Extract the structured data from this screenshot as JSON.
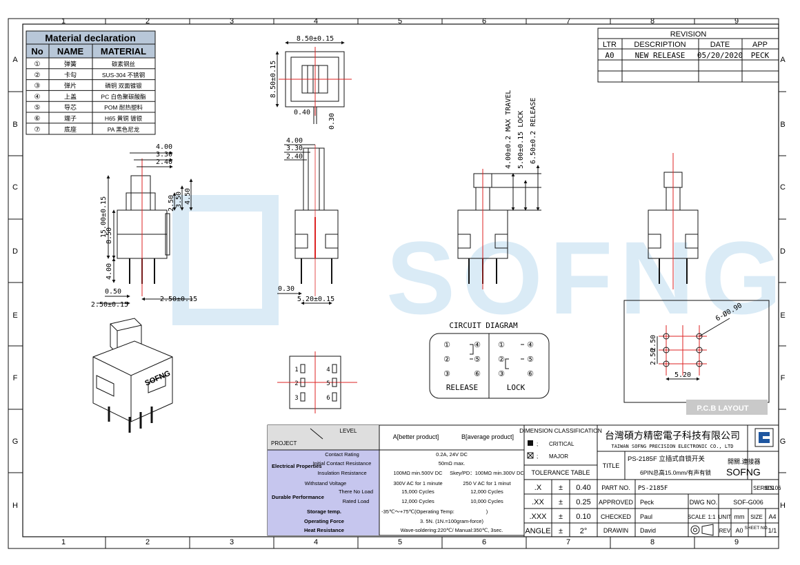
{
  "grid": {
    "cols": [
      "1",
      "2",
      "3",
      "4",
      "5",
      "6",
      "7",
      "8",
      "9"
    ],
    "rows": [
      "A",
      "B",
      "C",
      "D",
      "E",
      "F",
      "G",
      "H"
    ]
  },
  "watermark": "SOFNG",
  "material": {
    "title": "Material declaration",
    "headers": [
      "No",
      "NAME",
      "MATERIAL"
    ],
    "rows": [
      {
        "no": "①",
        "name": "弹簧",
        "mat": "碳素钢丝"
      },
      {
        "no": "②",
        "name": "卡勾",
        "mat": "SUS-304 不锈钢"
      },
      {
        "no": "③",
        "name": "弹片",
        "mat": "磷铜 双面镀银"
      },
      {
        "no": "④",
        "name": "上盖",
        "mat": "PC 白色聚碳酸酯"
      },
      {
        "no": "⑤",
        "name": "导芯",
        "mat": "POM 耐热塑料"
      },
      {
        "no": "⑥",
        "name": "端子",
        "mat": "H65 黄铜 镀银"
      },
      {
        "no": "⑦",
        "name": "底座",
        "mat": "PA 黑色尼龙"
      }
    ]
  },
  "revision": {
    "title": "REVISION",
    "headers": [
      "LTR",
      "DESCRIPTION",
      "DATE",
      "APP"
    ],
    "rows": [
      {
        "ltr": "A0",
        "desc": "NEW RELEASE",
        "date": "05/20/2020",
        "app": "PECK"
      }
    ]
  },
  "dims": {
    "top_w": "8.50±0.15",
    "top_h": "8.50±0.15",
    "top_040": "0.40",
    "top_030": "0.30",
    "d400": "4.00",
    "d330": "3.30",
    "d240": "2.40",
    "d250": "2.50",
    "d350": "3.50",
    "d450": "4.50",
    "d1500": "15.00±0.15",
    "d850": "8.50",
    "d400b": "4.00",
    "d050": "0.50",
    "d250a": "2.50±0.15",
    "d250b": "2.50±0.15",
    "d030": "0.30",
    "d520": "5.20±0.15",
    "travel": "4.00±0.2 MAX TRAVEL",
    "lock": "5.00±0.15 LOCK",
    "release": "6.50±0.2 RELEASE",
    "pcb_holes": "6-Ø0.90",
    "pcb_250a": "2.50",
    "pcb_250b": "2.50",
    "pcb_520": "5.20"
  },
  "circuit": {
    "title": "CIRCUIT DIAGRAM",
    "release": "RELEASE",
    "lock": "LOCK",
    "nums": [
      "①",
      "④",
      "②",
      "⑤",
      "③",
      "⑥"
    ]
  },
  "pin_labels": [
    "1",
    "4",
    "2",
    "5",
    "3",
    "6"
  ],
  "pcb_badge": "P.C.B LAYOUT",
  "spec": {
    "level": "LEVEL",
    "project": "PROJECT",
    "a_head": "A[better product]",
    "b_head": "B[average product]",
    "electrical": "Electrical Properties",
    "durable": "Durable Performance",
    "rows": [
      {
        "label": "Contact Rating",
        "a": "0.2A, 24V DC",
        "b": ""
      },
      {
        "label": "Initial Contact Resistance",
        "a": "50mΩ max.",
        "b": ""
      },
      {
        "label": "Insulation Resistance",
        "a": "100MΩ min.500V DC",
        "b": "Skey/PD：100MΩ min.300V DC"
      },
      {
        "label": "Withstand Voltage",
        "a": "300V AC for 1 minute",
        "b": "250 V AC for 1 minut"
      },
      {
        "label": "There No Load",
        "a": "15,000 Cycles",
        "b": "12,000 Cycles"
      },
      {
        "label": "Rated Load",
        "a": "12,000 Cycles",
        "b": "10,000 Cycles"
      },
      {
        "label": "Storage temp.",
        "a": "-35℃～+75℃(Operating Temp:",
        "b": ")"
      },
      {
        "label": "Operating Force",
        "a": "3. 5N. (1N.=100gram-force)",
        "b": ""
      },
      {
        "label": "Heat Resistance",
        "a": "Wave-soldering:220℃/ Manual:350℃, 3sec.",
        "b": ""
      }
    ]
  },
  "title_block": {
    "dim_class": "DIMENSION CLASSIFICATION",
    "critical": "CRITICAL",
    "major": "MAJOR",
    "tol_table": "TOLERANCE TABLE",
    "tol": [
      {
        "k": ".X",
        "pm": "±",
        "v": "0.40"
      },
      {
        "k": ".XX",
        "pm": "±",
        "v": "0.25"
      },
      {
        "k": ".XXX",
        "pm": "±",
        "v": "0.10"
      },
      {
        "k": "ANGLE",
        "pm": "±",
        "v": "2°"
      }
    ],
    "company_cn": "台灣碩方精密電子科技有限公司",
    "company_en": "TAIWAN SOFNG PRECISION ELECTRONIC CO., LTD",
    "title_label": "TITLE",
    "title_1": "PS-2185F 立插式自锁开关",
    "title_2": "6PIN总高15.0mm/有声有锁",
    "brand_cn": "開關.連接器",
    "brand": "SOFNG",
    "part_label": "PART NO.",
    "part_no": "PS-2185F",
    "series_label": "SERIES",
    "series": "SD106",
    "approved_label": "APPROVED",
    "approved": "Peck",
    "dwg_label": "DWG NO.",
    "dwg": "SOF-G006",
    "checked_label": "CHECKED",
    "checked": "Paul",
    "scale_label": "SCALE",
    "scale": "1:1",
    "unit_label": "UNIT",
    "unit": "mm",
    "size_label": "SIZE",
    "size": "A4",
    "drawn_label": "DRAWIN",
    "drawn": "David",
    "rev_label": "REV",
    "rev": "A0",
    "sheet_label": "SHEET NO.",
    "sheet": "1/1"
  }
}
